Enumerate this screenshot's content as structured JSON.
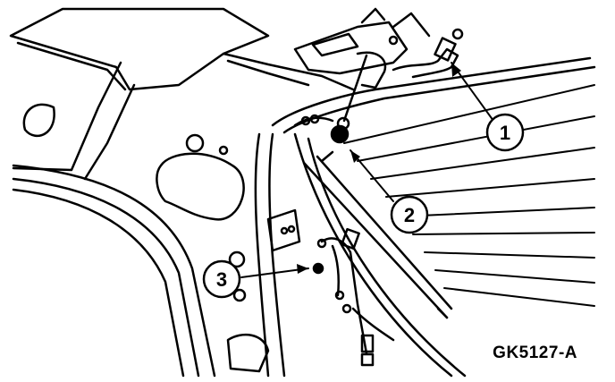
{
  "callouts": [
    {
      "label": "1"
    },
    {
      "label": "2"
    },
    {
      "label": "3"
    }
  ],
  "figure_id": "GK5127-A",
  "colors": {
    "ink": "#000000",
    "paper": "#ffffff"
  }
}
